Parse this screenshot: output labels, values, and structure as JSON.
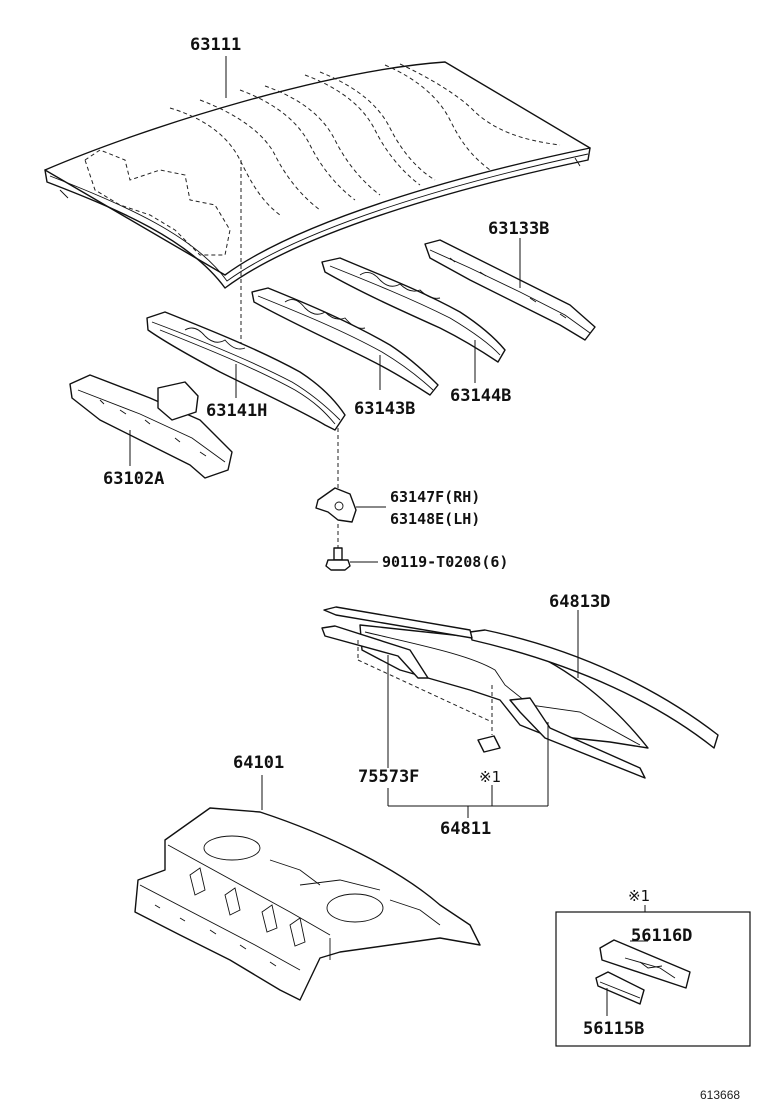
{
  "diagram": {
    "parts": [
      {
        "id": "63111",
        "label": "63111"
      },
      {
        "id": "63133B",
        "label": "63133B"
      },
      {
        "id": "63144B",
        "label": "63144B"
      },
      {
        "id": "63143B",
        "label": "63143B"
      },
      {
        "id": "63141H",
        "label": "63141H"
      },
      {
        "id": "63102A",
        "label": "63102A"
      },
      {
        "id": "63147F",
        "label": "63147F(RH)"
      },
      {
        "id": "63148E",
        "label": "63148E(LH)"
      },
      {
        "id": "90119",
        "label": "90119-T0208(6)"
      },
      {
        "id": "64813D",
        "label": "64813D"
      },
      {
        "id": "75573F",
        "label": "75573F"
      },
      {
        "id": "note1-glass",
        "label": "※1"
      },
      {
        "id": "64811",
        "label": "64811"
      },
      {
        "id": "64101",
        "label": "64101"
      },
      {
        "id": "note1-box",
        "label": "※1"
      },
      {
        "id": "56116D",
        "label": "56116D"
      },
      {
        "id": "56115B",
        "label": "56115B"
      }
    ],
    "figure_id": "613668"
  }
}
